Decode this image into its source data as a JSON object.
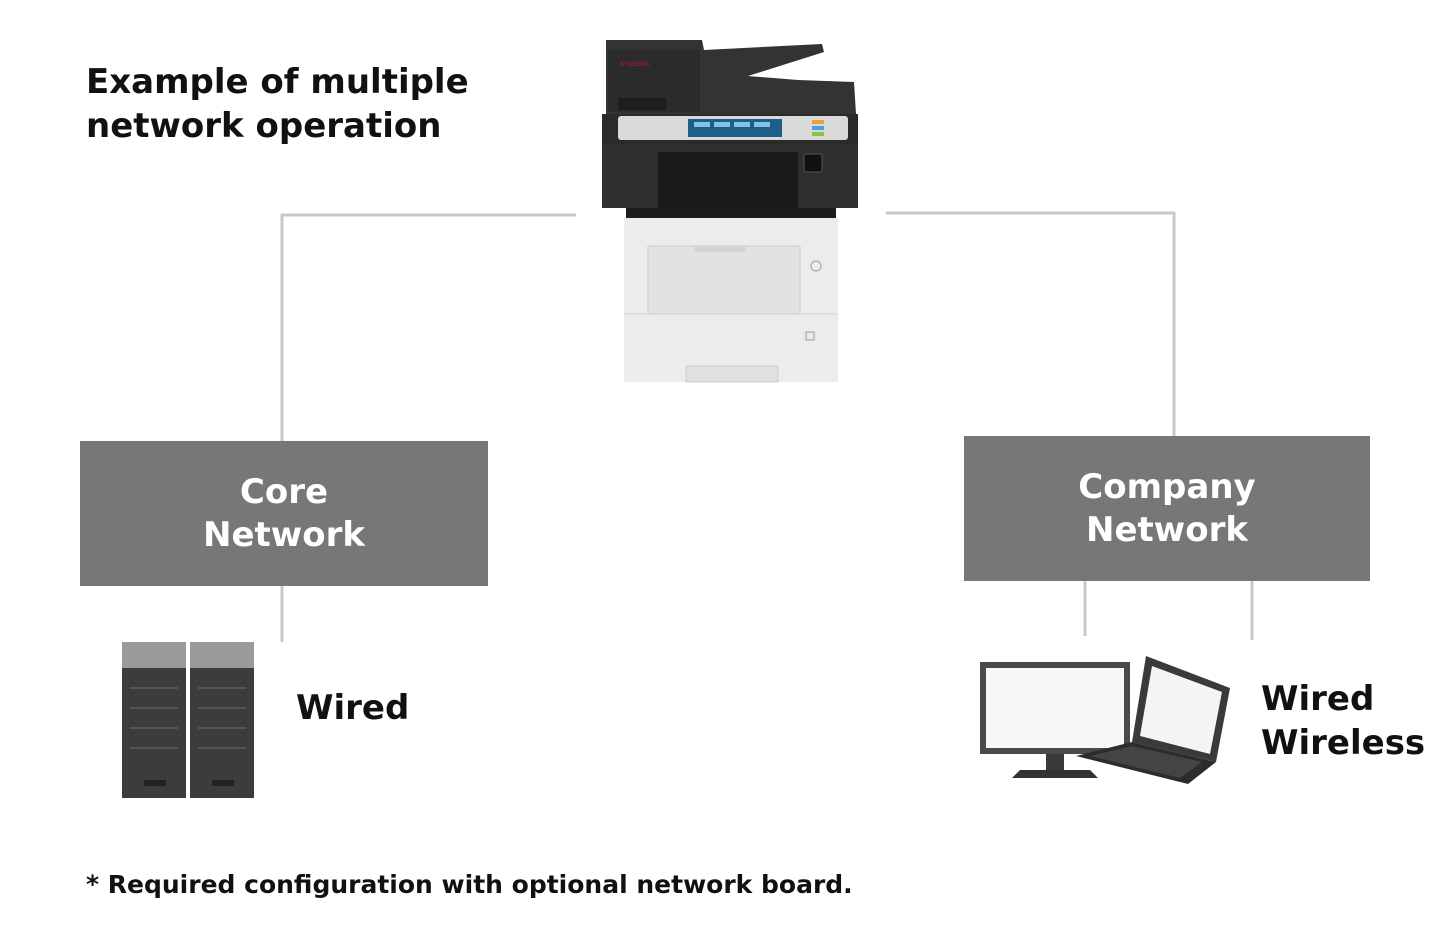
{
  "title": {
    "line1": "Example of multiple",
    "line2": "network operation"
  },
  "networks": {
    "core": {
      "line1": "Core",
      "line2": "Network"
    },
    "company": {
      "line1": "Company",
      "line2": "Network"
    }
  },
  "connections": {
    "core": {
      "line1": "Wired"
    },
    "company": {
      "line1": "Wired",
      "line2": "Wireless"
    }
  },
  "printer": {
    "brand": "KYOCERA"
  },
  "footnote": "* Required configuration with optional network board.",
  "colors": {
    "box": "#777777",
    "connector": "#c8c8c8",
    "printer_dark": "#2f2f2f",
    "printer_light": "#ececec",
    "brand_red": "#d0102c"
  },
  "icons": [
    "multifunction-printer-icon",
    "server-tower-icon",
    "desktop-monitor-icon",
    "laptop-icon"
  ]
}
